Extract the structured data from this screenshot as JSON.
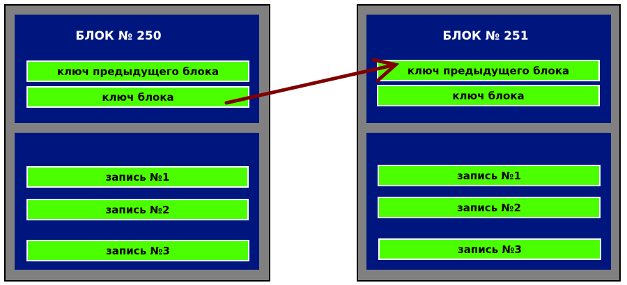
{
  "blocks": [
    {
      "title": "БЛОК № 250",
      "prev_key": "ключ предыдущего блока",
      "key": "ключ блока",
      "records": [
        "запись №1",
        "запись №2",
        "запись №3"
      ]
    },
    {
      "title": "БЛОК № 251",
      "prev_key": "ключ предыдущего блока",
      "key": "ключ блока",
      "records": [
        "запись №1",
        "запись №2",
        "запись №3"
      ]
    }
  ],
  "colors": {
    "panel": "#00167f",
    "field": "#4cff00",
    "frame": "#808080",
    "arrow": "#800000"
  }
}
